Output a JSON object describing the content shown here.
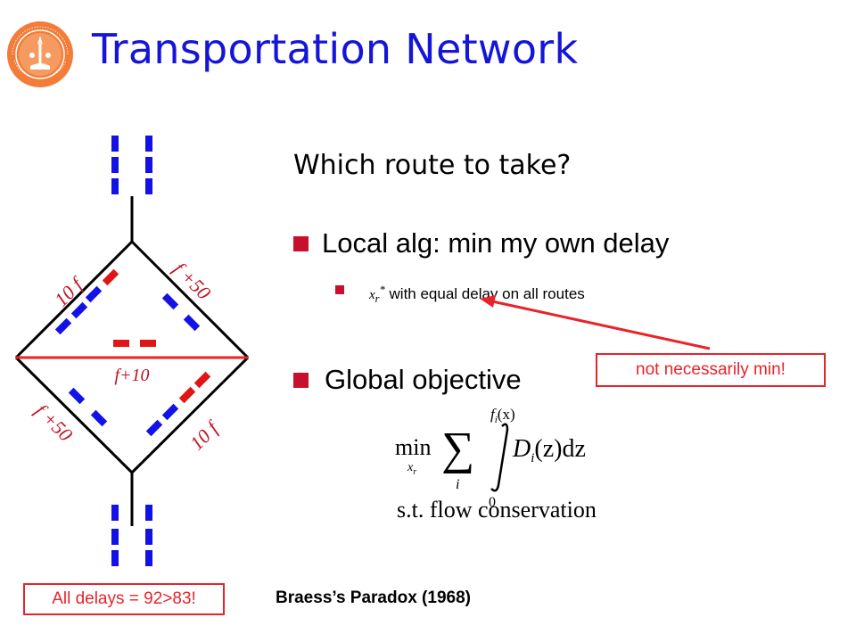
{
  "slide": {
    "title": "Transportation Network",
    "question": "Which route to take?",
    "bullets": [
      {
        "text": "Local alg: min my own delay",
        "sub": {
          "math_var": "x",
          "math_sub": "r",
          "math_sup": "*",
          "text": " with equal delay on all routes"
        }
      },
      {
        "text": "Global objective"
      }
    ],
    "callout": "not necessarily min!",
    "delays_box": "All delays = 92>83!",
    "citation": "Braess’s Paradox (1968)"
  },
  "network": {
    "edge_labels": {
      "upper_left": "10 f",
      "upper_right": "f +50",
      "middle": "f+10",
      "lower_left": "f +50",
      "lower_right": "10 f"
    }
  },
  "formula": {
    "min": "min",
    "min_sub": "x",
    "min_sub_sub": "r",
    "sum": "∑",
    "sum_index": "i",
    "upper_limit": "f",
    "upper_limit_sub": "i",
    "upper_limit_arg": "(x)",
    "lower_limit": "0",
    "integrand": "D",
    "integrand_sub": "i",
    "integrand_arg": "(z)dz",
    "constraint": "s.t. flow conservation"
  },
  "colors": {
    "title": "#1515d8",
    "bullet": "#c8102e",
    "callout": "#e8232a",
    "car_blue": "#1212e6",
    "car_red": "#e01515",
    "braess_link": "#e8232a",
    "edge_label": "#c01020",
    "logo": "#f27c38"
  }
}
